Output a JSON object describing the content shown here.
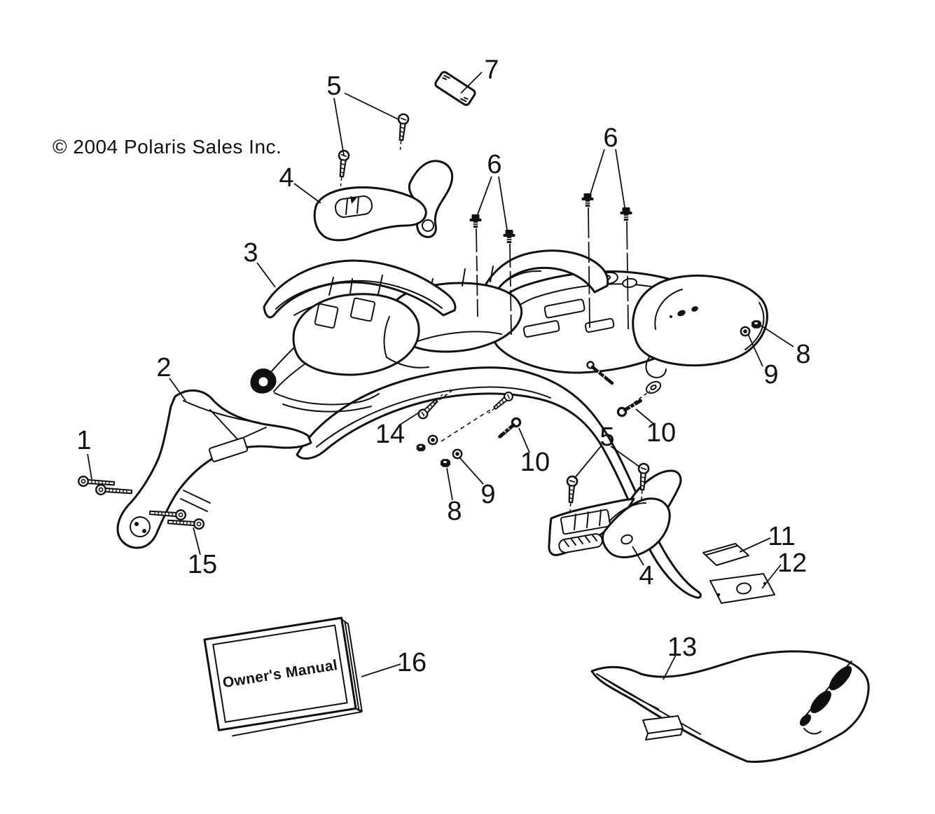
{
  "copyright": "© 2004 Polaris Sales Inc.",
  "manual_title": "Owner's Manual",
  "callouts": [
    {
      "num": "1"
    },
    {
      "num": "2"
    },
    {
      "num": "3"
    },
    {
      "num": "4"
    },
    {
      "num": "5"
    },
    {
      "num": "6"
    },
    {
      "num": "6"
    },
    {
      "num": "7"
    },
    {
      "num": "8"
    },
    {
      "num": "9"
    },
    {
      "num": "10"
    },
    {
      "num": "14"
    },
    {
      "num": "8"
    },
    {
      "num": "9"
    },
    {
      "num": "10"
    },
    {
      "num": "5"
    },
    {
      "num": "4"
    },
    {
      "num": "11"
    },
    {
      "num": "12"
    },
    {
      "num": "13"
    },
    {
      "num": "15"
    },
    {
      "num": "16"
    }
  ]
}
